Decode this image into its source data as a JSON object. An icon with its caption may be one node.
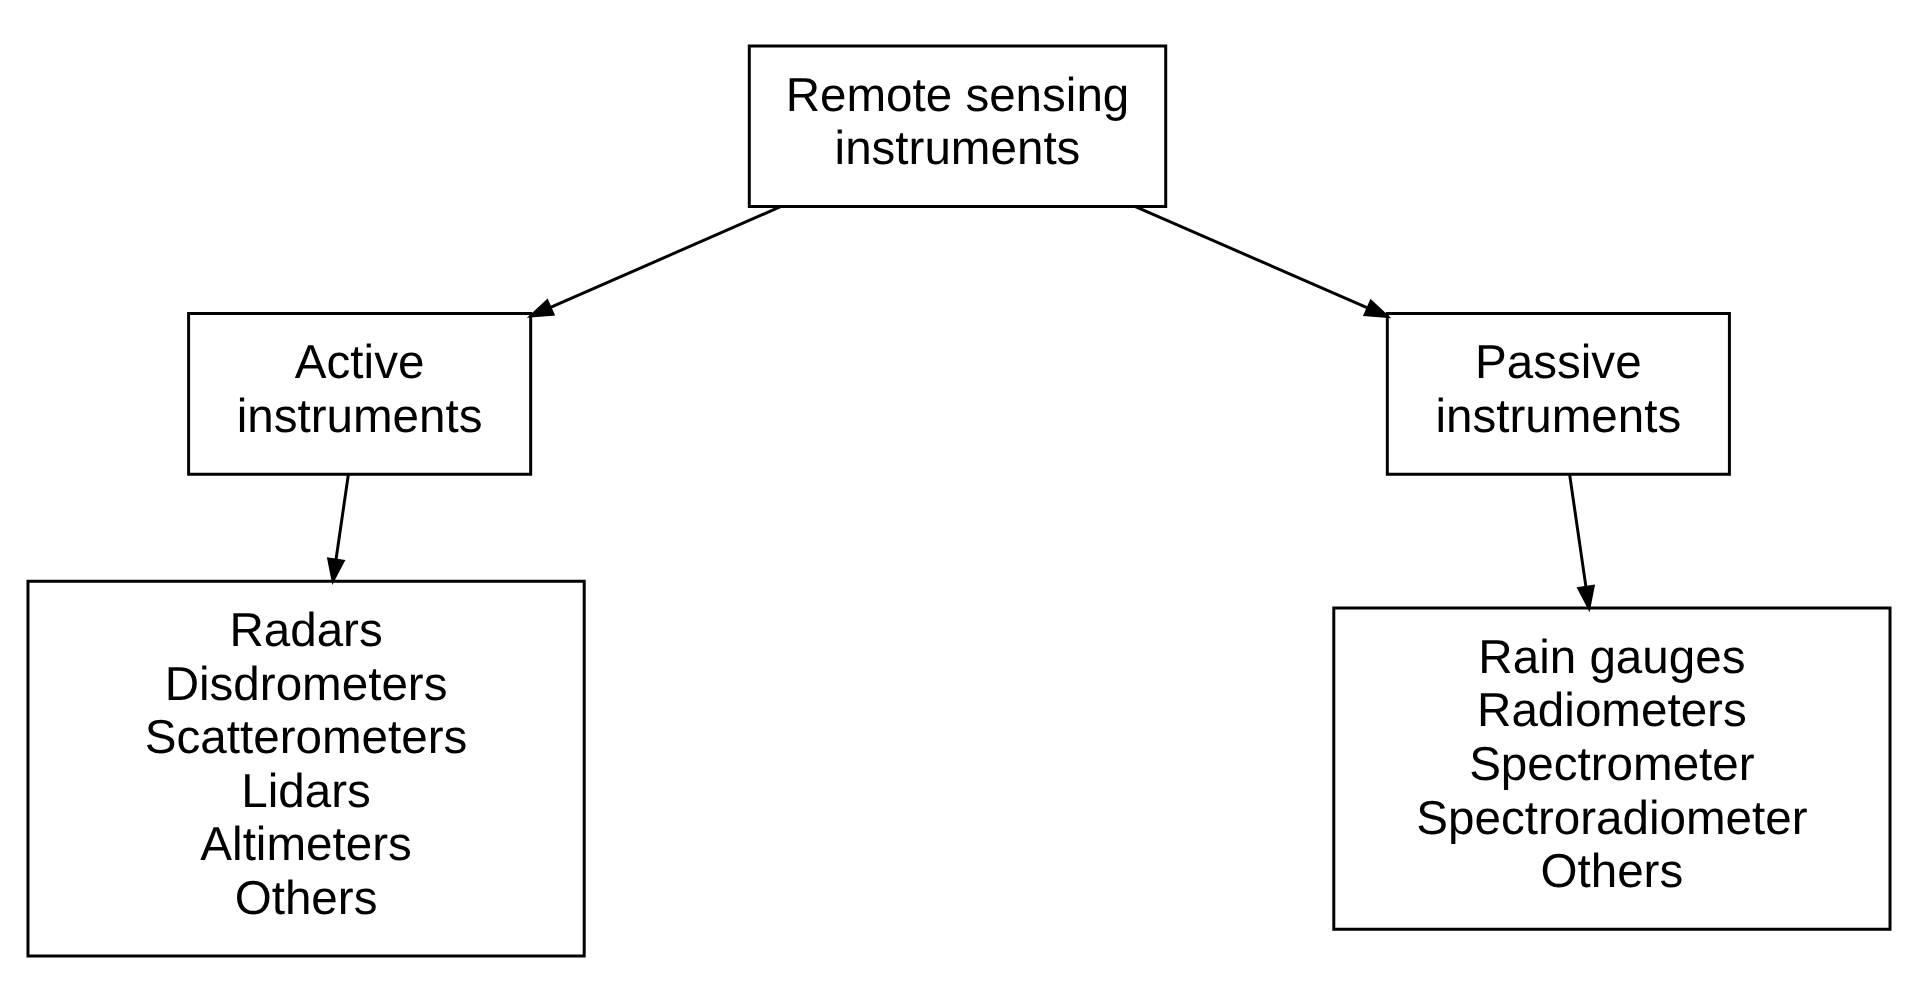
{
  "diagram": {
    "nodes": [
      {
        "text": [
          "Remote sensing instruments"
        ]
      },
      {
        "text": [
          "Active instruments"
        ]
      },
      {
        "text": [
          "Passive instruments"
        ]
      },
      {
        "text": [
          "Radars",
          "Disdrometers",
          "Scatterometers",
          "Lidars",
          "Altimeters",
          "Others"
        ]
      },
      {
        "text": [
          "Rain gauges",
          "Radiometers",
          "Spectrometer",
          "Spectroradiometer",
          "Others"
        ]
      }
    ],
    "edges": [
      {
        "from": 0,
        "to": 1,
        "arrow": "to"
      },
      {
        "from": 0,
        "to": 2,
        "arrow": "to"
      },
      {
        "from": 1,
        "to": 3,
        "arrow": "to"
      },
      {
        "from": 2,
        "to": 4,
        "arrow": "to"
      }
    ]
  }
}
